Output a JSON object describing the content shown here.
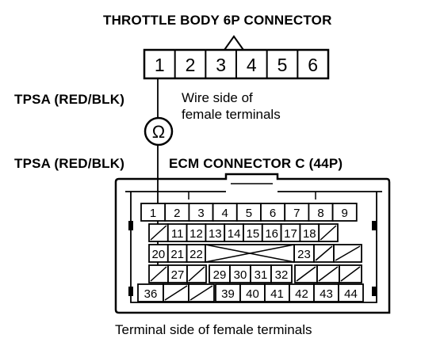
{
  "throttle_connector": {
    "title": "THROTTLE BODY 6P CONNECTOR",
    "pins": [
      "1",
      "2",
      "3",
      "4",
      "5",
      "6"
    ],
    "side_note_line1": "Wire side of",
    "side_note_line2": "female terminals"
  },
  "wire_labels": {
    "upper": "TPSA (RED/BLK)",
    "lower": "TPSA (RED/BLK)"
  },
  "meter": {
    "symbol": "Ω"
  },
  "ecm_connector": {
    "title": "ECM CONNECTOR C (44P)",
    "row1": [
      "1",
      "2",
      "3",
      "4",
      "5",
      "6",
      "7",
      "8",
      "9"
    ],
    "row2": [
      "",
      "11",
      "12",
      "13",
      "14",
      "15",
      "16",
      "17",
      "18",
      ""
    ],
    "row3_left": [
      "20",
      "21",
      "22"
    ],
    "row3_right": [
      "23"
    ],
    "row4_left": [
      "",
      "27",
      ""
    ],
    "row4_mid": [
      "29",
      "30",
      "31",
      "32"
    ],
    "row5_left": [
      "36",
      "",
      ""
    ],
    "row5_right": [
      "39",
      "40",
      "41",
      "42",
      "43",
      "44"
    ],
    "caption": "Terminal side of female terminals"
  }
}
